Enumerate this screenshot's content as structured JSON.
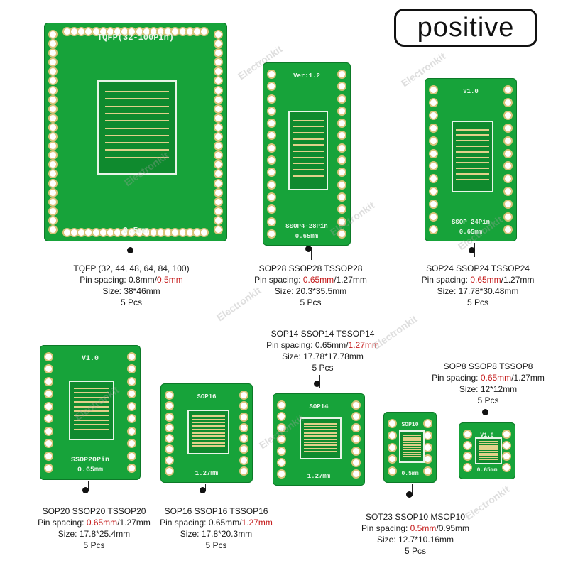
{
  "badge": "positive",
  "watermark": "Electronkit",
  "boards": [
    {
      "id": "tqfp",
      "title": "TQFP (32, 44, 48, 64, 84, 100)",
      "spacing_prefix": "Pin spacing: ",
      "spacing_a": "0.8mm",
      "spacing_sep": "/",
      "spacing_b": "0.5mm",
      "highlight": "b",
      "size": "Size: 38*46mm",
      "qty": "5 Pcs",
      "silk": [
        "TQFP(32-100Pin)",
        "0.5mm"
      ]
    },
    {
      "id": "sop28",
      "title": "SOP28 SSOP28 TSSOP28",
      "spacing_prefix": "Pin spacing: ",
      "spacing_a": "0.65mm",
      "spacing_sep": "/",
      "spacing_b": "1.27mm",
      "highlight": "a",
      "size": "Size: 20.3*35.5mm",
      "qty": "5 Pcs",
      "silk": [
        "Ver:1.2",
        "SSOP4-28Pin",
        "0.65mm"
      ]
    },
    {
      "id": "sop24",
      "title": "SOP24 SSOP24 TSSOP24",
      "spacing_prefix": "Pin spacing: ",
      "spacing_a": "0.65mm",
      "spacing_sep": "/",
      "spacing_b": "1.27mm",
      "highlight": "a",
      "size": "Size: 17.78*30.48mm",
      "qty": "5 Pcs",
      "silk": [
        "V1.0",
        "SSOP 24Pin",
        "0.65mm"
      ]
    },
    {
      "id": "sop20",
      "title": "SOP20 SSOP20 TSSOP20",
      "spacing_prefix": "Pin spacing: ",
      "spacing_a": "0.65mm",
      "spacing_sep": "/",
      "spacing_b": "1.27mm",
      "highlight": "a",
      "size": "Size: 17.8*25.4mm",
      "qty": "5 Pcs",
      "silk": [
        "V1.0",
        "SSOP20Pin",
        "0.65mm"
      ]
    },
    {
      "id": "sop16",
      "title": "SOP16 SSOP16 TSSOP16",
      "spacing_prefix": "Pin spacing: ",
      "spacing_a": "0.65mm",
      "spacing_sep": "/",
      "spacing_b": "1.27mm",
      "highlight": "b",
      "size": "Size: 17.8*20.3mm",
      "qty": "5 Pcs",
      "silk": [
        "SOP16",
        "1.27mm"
      ]
    },
    {
      "id": "sop14",
      "title": "SOP14 SSOP14 TSSOP14",
      "spacing_prefix": "Pin spacing: ",
      "spacing_a": "0.65mm",
      "spacing_sep": "/",
      "spacing_b": "1.27mm",
      "highlight": "b",
      "size": "Size: 17.78*17.78mm",
      "qty": "5 Pcs",
      "silk": [
        "SOP14",
        "1.27mm"
      ]
    },
    {
      "id": "sot23",
      "title": "SOT23 SSOP10 MSOP10",
      "spacing_prefix": "Pin spacing: ",
      "spacing_a": "0.5mm",
      "spacing_sep": "/",
      "spacing_b": "0.95mm",
      "highlight": "a",
      "size": "Size: 12.7*10.16mm",
      "qty": "5 Pcs",
      "silk": [
        "SOP10",
        "0.5mm"
      ]
    },
    {
      "id": "sop8",
      "title": "SOP8 SSOP8 TSSOP8",
      "spacing_prefix": "Pin spacing: ",
      "spacing_a": "0.65mm",
      "spacing_sep": "/",
      "spacing_b": "1.27mm",
      "highlight": "a",
      "size": "Size: 12*12mm",
      "qty": "5 Pcs",
      "silk": [
        "V1.0",
        "0.65mm"
      ]
    }
  ]
}
